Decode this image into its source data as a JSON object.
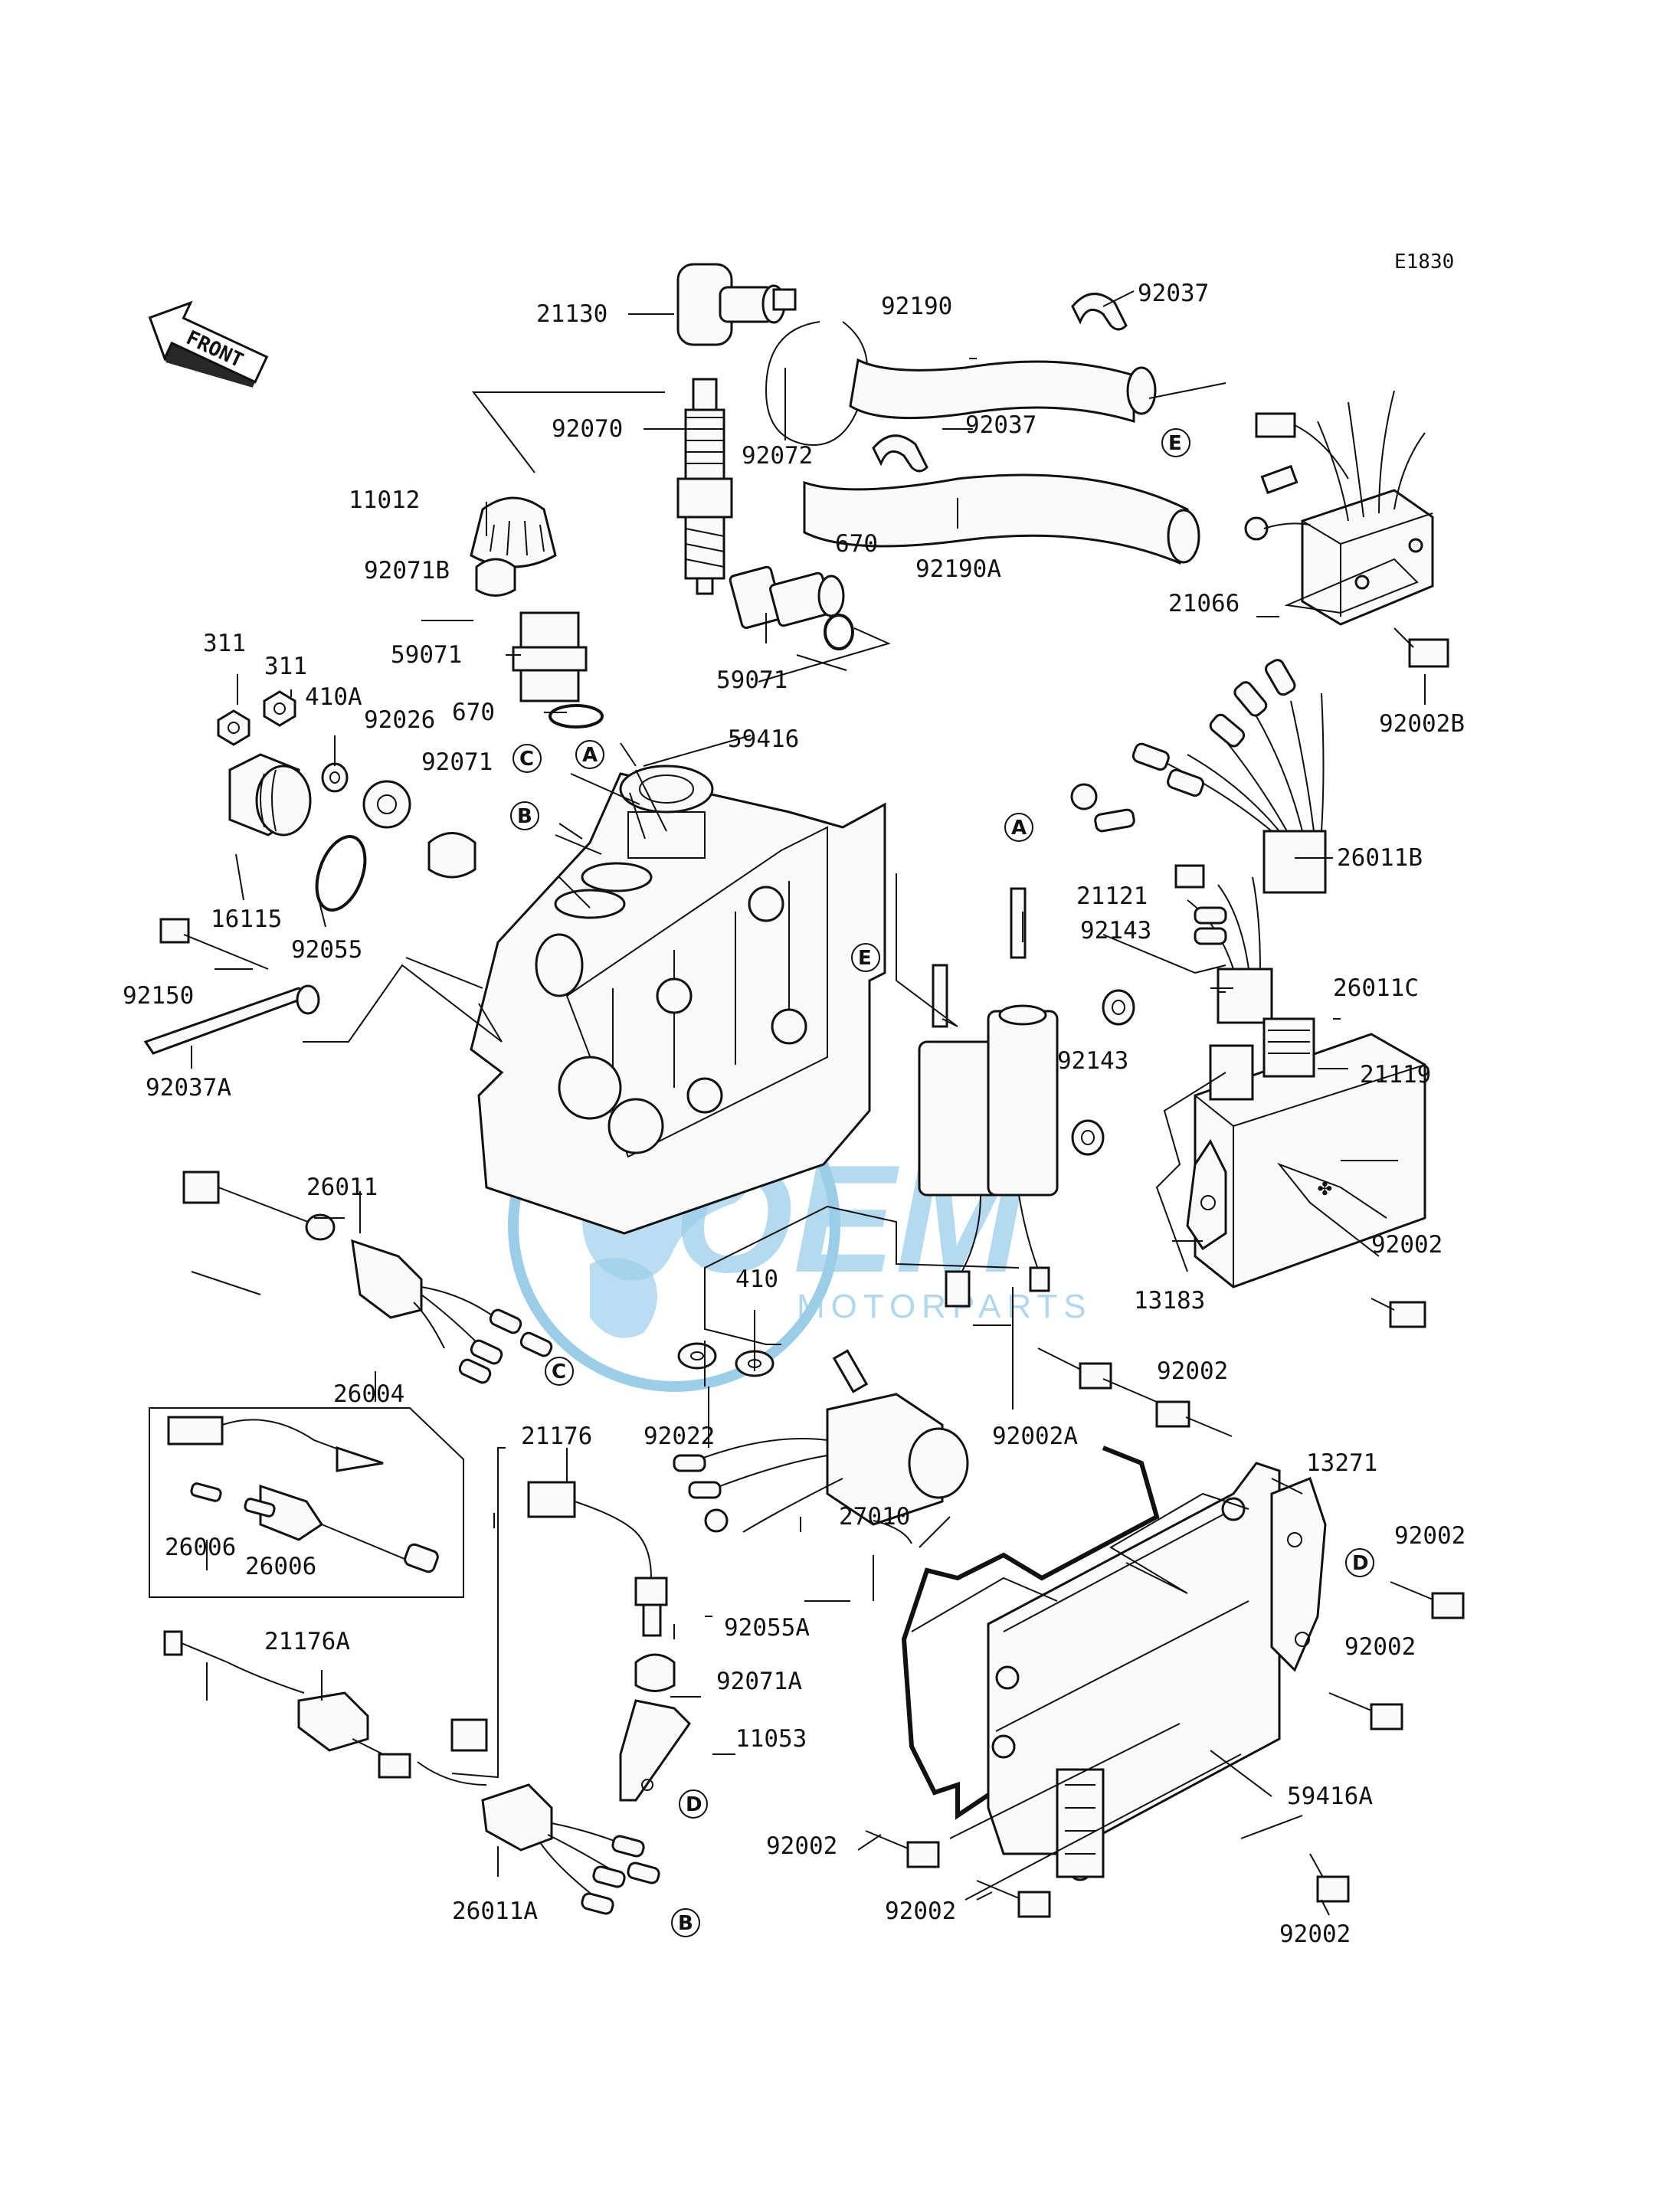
{
  "diagram": {
    "code": "E1830",
    "front_label": "FRONT",
    "watermark": {
      "brand": "OEM",
      "sub": "MOTORPARTS",
      "color": "#4aa6d8"
    },
    "callouts": [
      "A",
      "B",
      "C",
      "D",
      "E"
    ],
    "part_numbers": {
      "p21130": "21130",
      "p92070": "92070",
      "p92072": "92072",
      "p92190": "92190",
      "p92037_top": "92037",
      "p92037_mid": "92037",
      "p92190A": "92190A",
      "p11012": "11012",
      "p92071B": "92071B",
      "p59071_l": "59071",
      "p59071_r": "59071",
      "p670_top": "670",
      "p670_mid": "670",
      "p21066": "21066",
      "p92002B": "92002B",
      "p311_a": "311",
      "p311_b": "311",
      "p410A": "410A",
      "p92026": "92026",
      "p92071": "92071",
      "p59416": "59416",
      "p16115": "16115",
      "p92055": "92055",
      "p92150": "92150",
      "p92037A": "92037A",
      "p26011B": "26011B",
      "p21121": "21121",
      "p92143_a": "92143",
      "p92143_b": "92143",
      "p26011C": "26011C",
      "p21119": "21119",
      "p92002_r1": "92002",
      "p13183": "13183",
      "p26011": "26011",
      "p410": "410",
      "p92022": "92022",
      "p92002A": "92002A",
      "p92002_c": "92002",
      "p26004": "26004",
      "p21176": "21176",
      "p13271": "13271",
      "p92002_r2": "92002",
      "p26006_a": "26006",
      "p26006_b": "26006",
      "p27010": "27010",
      "p92055A": "92055A",
      "p92002_r3": "92002",
      "p21176A": "21176A",
      "p92071A": "92071A",
      "p11053": "11053",
      "p59416A": "59416A",
      "p92002_bl": "92002",
      "p92002_bm": "92002",
      "p26011A": "26011A",
      "p92002_br": "92002"
    }
  }
}
